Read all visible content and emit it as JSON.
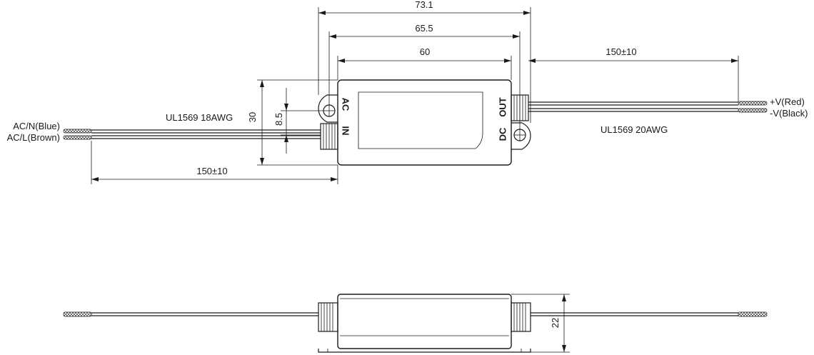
{
  "top_view": {
    "dim_overall": "73.1",
    "dim_mount": "65.5",
    "dim_body": "60",
    "dim_cable_out": "150±10",
    "dim_cable_in": "150±10",
    "dim_height": "30",
    "dim_offset": "8.5",
    "input_cable_spec": "UL1569  18AWG",
    "output_cable_spec": "UL1569  20AWG",
    "wire_ac_n": "AC/N(Blue)",
    "wire_ac_l": "AC/L(Brown)",
    "wire_v_pos": "+V(Red)",
    "wire_v_neg": "-V(Black)",
    "mark_ac": "AC",
    "mark_in": "IN",
    "mark_out": "OUT",
    "mark_dc": "DC"
  },
  "side_view": {
    "dim_thickness": "22"
  }
}
